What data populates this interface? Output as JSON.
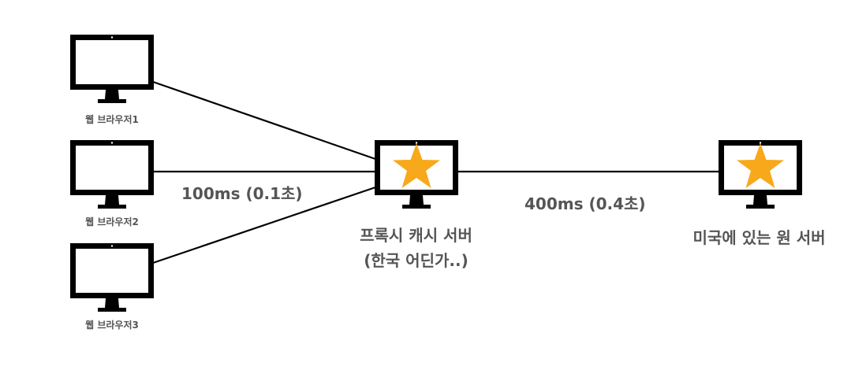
{
  "clients": [
    {
      "label": "웹 브라우저1"
    },
    {
      "label": "웹 브라우저2"
    },
    {
      "label": "웹 브라우저3"
    }
  ],
  "proxy": {
    "line1": "프록시 캐시 서버",
    "line2": "(한국 어딘가..)"
  },
  "origin": {
    "label": "미국에 있는 원 서버"
  },
  "latency": {
    "client_to_proxy": "100ms (0.1초)",
    "proxy_to_origin": "400ms (0.4초)"
  },
  "colors": {
    "monitor": "#000000",
    "star": "#f7a81b",
    "line": "#000000",
    "text": "#555555"
  }
}
